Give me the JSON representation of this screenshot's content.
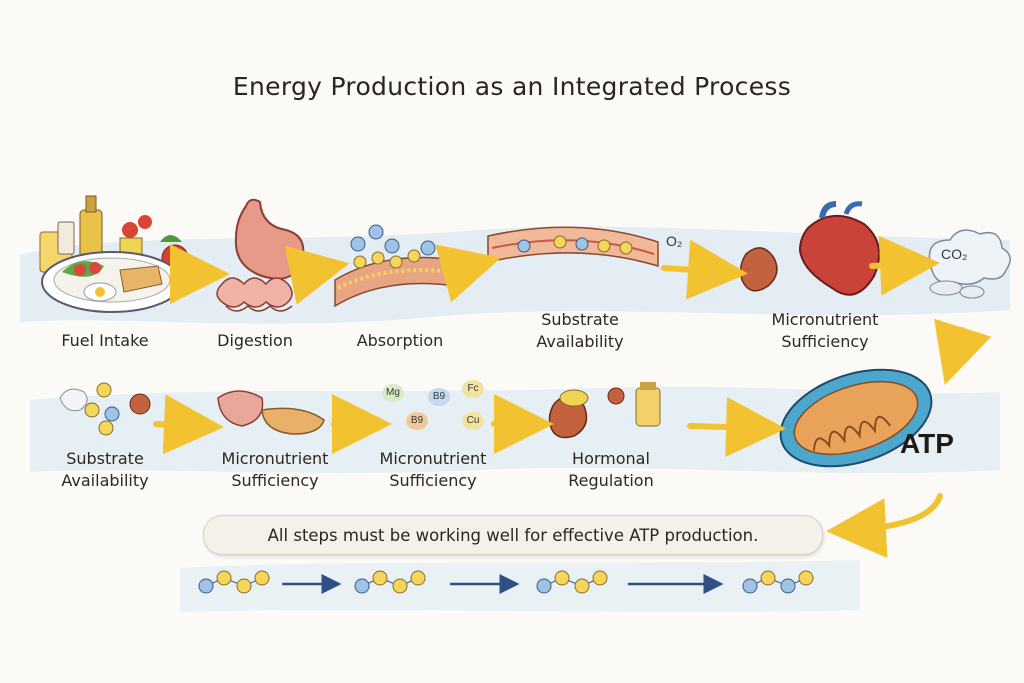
{
  "title": "Energy Production as an Integrated Process",
  "row1": [
    {
      "label": "Fuel Intake"
    },
    {
      "label": "Digestion"
    },
    {
      "label": "Absorption"
    },
    {
      "label": "Substrate\nAvailability"
    },
    {
      "label": "Micronutrient\nSufficiency"
    }
  ],
  "row2": [
    {
      "label": "Substrate\nAvailability"
    },
    {
      "label": "Micronutrient\nSufficiency"
    },
    {
      "label": "Micronutrient\nSufficiency"
    },
    {
      "label": "Hormonal\nRegulation"
    }
  ],
  "minerals": [
    "Mg",
    "B9",
    "Fc",
    "B9",
    "Cu"
  ],
  "o2_label": "O₂",
  "co2_label": "CO₂",
  "atp_label": "ATP",
  "banner": "All steps must be working well for effective ATP production.",
  "colors": {
    "arrow": "#f2c230",
    "watercolor_blue": "#bcd6ea",
    "dot_yellow": "#f3d65a",
    "dot_blue": "#9ec3e6",
    "chain_arrow": "#2f4f86"
  }
}
